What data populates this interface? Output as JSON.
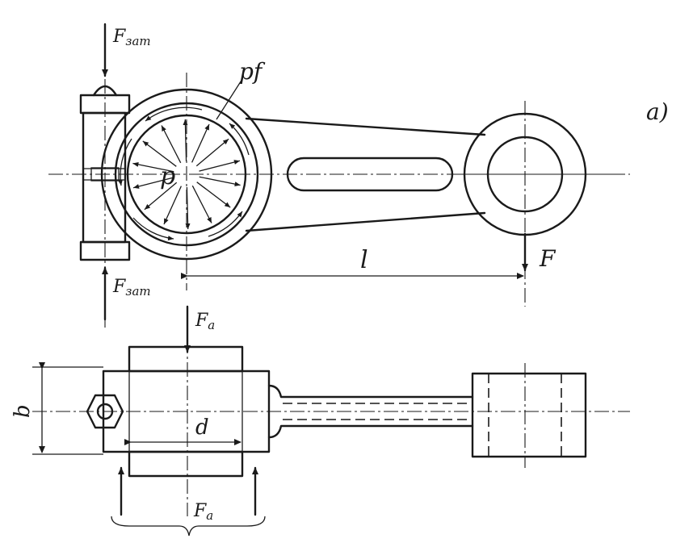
{
  "figure": {
    "panel_letter": "а)",
    "labels": {
      "f_zat_top": "F",
      "f_zat_top_sub": "зат",
      "f_zat_bottom": "F",
      "f_zat_bottom_sub": "зат",
      "pf": "pf",
      "p": "p",
      "l": "l",
      "f_force": "F",
      "fa_top": "F",
      "fa_top_sub": "a",
      "fa_bottom": "F",
      "fa_bottom_sub": "a",
      "b": "b",
      "d": "d"
    }
  }
}
